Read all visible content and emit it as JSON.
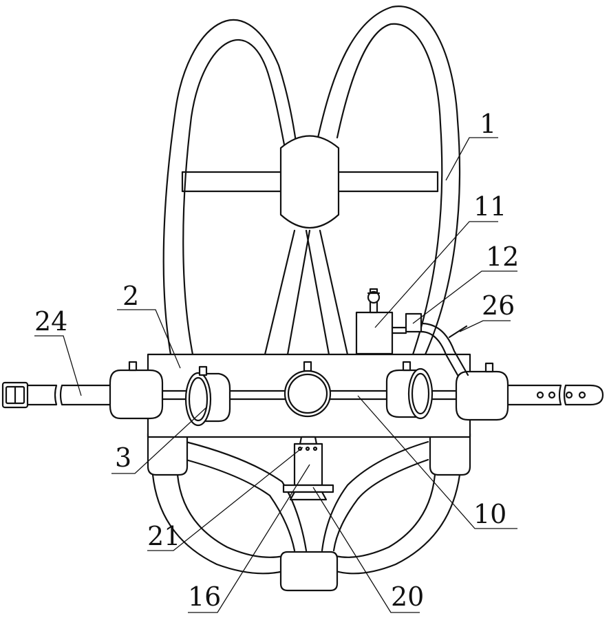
{
  "figure": {
    "callouts": {
      "c1": "1",
      "c2": "2",
      "c3": "3",
      "c10": "10",
      "c11": "11",
      "c12": "12",
      "c16": "16",
      "c20": "20",
      "c21": "21",
      "c24": "24",
      "c26": "26"
    }
  }
}
